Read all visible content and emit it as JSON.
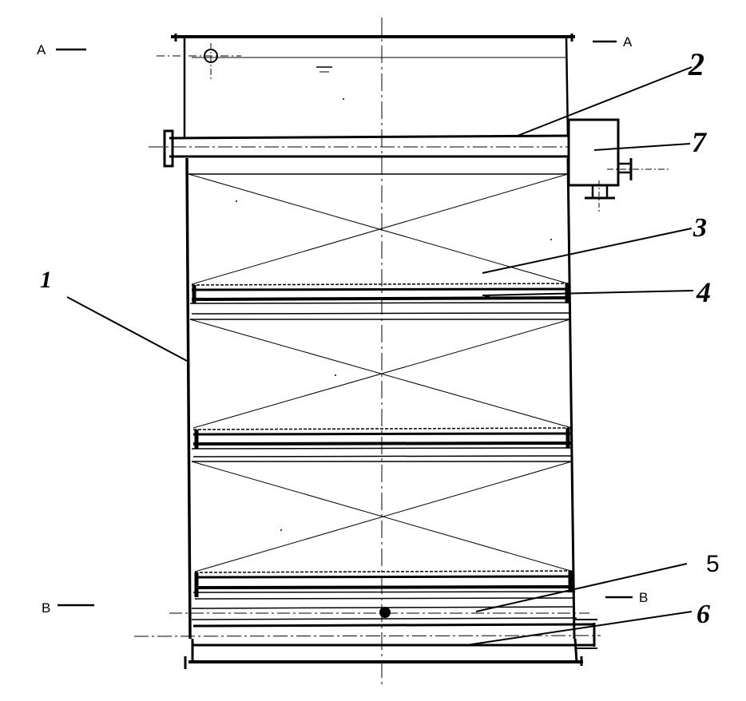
{
  "section_markers": {
    "a_left": "A",
    "a_right": "A",
    "b_left": "B",
    "b_right": "B"
  },
  "callouts": {
    "n1": "1",
    "n2": "2",
    "n3": "3",
    "n4": "4",
    "n5": "5",
    "n6": "6",
    "n7": "7"
  }
}
